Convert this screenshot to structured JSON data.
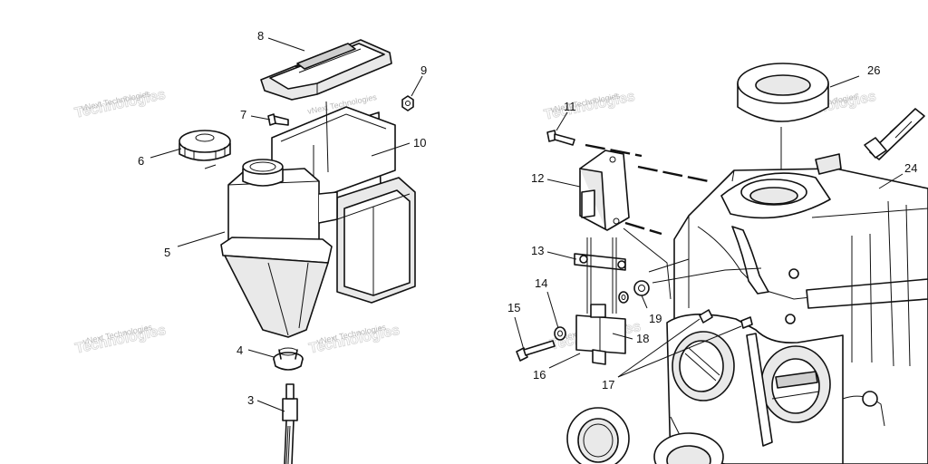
{
  "callouts": {
    "c3": "3",
    "c4": "4",
    "c5": "5",
    "c6": "6",
    "c7": "7",
    "c8": "8",
    "c9": "9",
    "c10": "10",
    "c11": "11",
    "c12": "12",
    "c13": "13",
    "c14": "14",
    "c15": "15",
    "c16": "16",
    "c17": "17",
    "c18": "18",
    "c19": "19",
    "c24": "24",
    "c26": "26"
  },
  "watermark": {
    "text": "vNext Technologies",
    "mark": "Technologies"
  }
}
